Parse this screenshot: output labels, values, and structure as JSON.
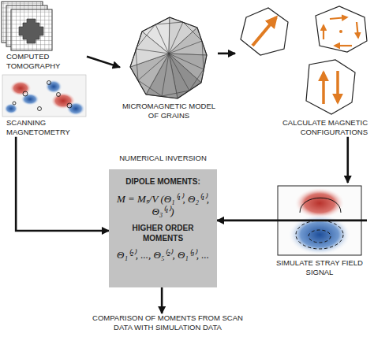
{
  "diagram": {
    "nodes": [
      {
        "text": [
          "COMPUTED TOMOGRAPHY"
        ]
      },
      {
        "text": [
          "SCANNING MAGNETOMETRY"
        ]
      },
      {
        "text": [
          "MICROMAGNETIC MODEL OF GRAINS"
        ]
      },
      {
        "text": [
          "CALCULATE MAGNETIC CONFIGURATIONS"
        ]
      },
      {
        "text": [
          "SIMULATE STRAY FIELD SIGNAL"
        ]
      },
      {
        "text": [
          "NUMERICAL INVERSION",
          "DIPOLE MOMENTS:",
          "M = Mₛ/V (Θ₁⁽¹⁾, Θ₂⁽¹⁾, Θ₃⁽¹⁾)",
          "HIGHER ORDER MOMENTS",
          "Θ₁⁽²⁾, ..., Θ₅⁽²⁾, Θ₁⁽³⁾, ..."
        ]
      },
      {
        "text": [
          "COMPARISON OF MOMENTS FROM SCAN DATA WITH SIMULATION DATA"
        ]
      }
    ],
    "edges": [
      {
        "from": 0,
        "to": 2,
        "arrow": "to"
      },
      {
        "from": 2,
        "to": 3,
        "arrow": "to"
      },
      {
        "from": 3,
        "to": 4,
        "arrow": "to"
      },
      {
        "from": 4,
        "to": 5,
        "arrow": "to"
      },
      {
        "from": 1,
        "to": 5,
        "arrow": "to"
      },
      {
        "from": 5,
        "to": 6,
        "arrow": "to"
      }
    ]
  }
}
